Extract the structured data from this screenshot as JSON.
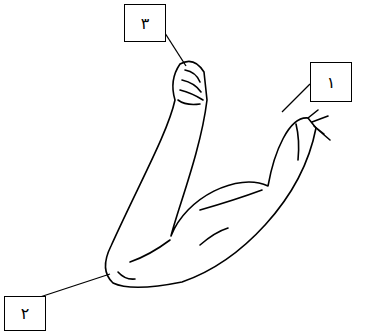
{
  "diagram": {
    "nodes": [
      {
        "text": [
          "٣"
        ]
      },
      {
        "text": [
          "١"
        ]
      },
      {
        "text": [
          "٢"
        ]
      }
    ],
    "edges": []
  }
}
